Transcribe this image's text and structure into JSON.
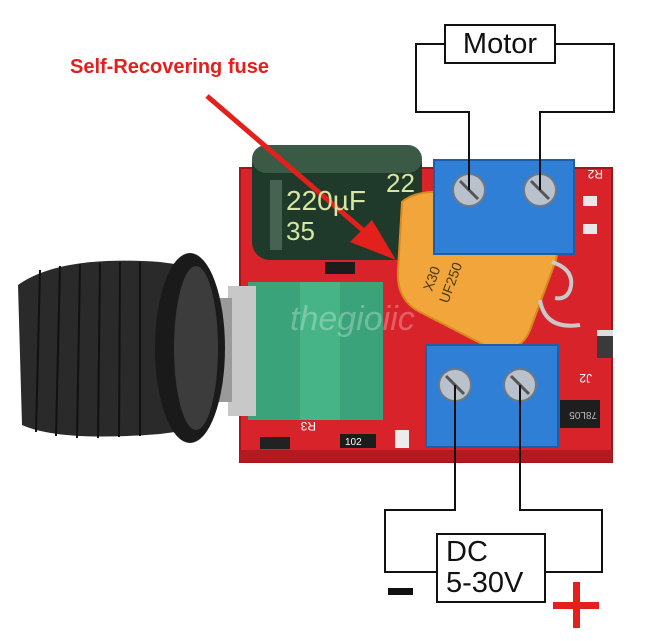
{
  "labels": {
    "fuse_callout": "Self-Recovering fuse",
    "motor": "Motor",
    "dc_line1": "DC",
    "dc_line2": "5-30V",
    "negative": "-",
    "positive": "+"
  },
  "board_markings": {
    "capacitor_value": "220µF",
    "capacitor_voltage": "35",
    "capacitor_partial": "22",
    "fuse_marking_1": "X30",
    "fuse_marking_2": "UF250",
    "resistor_code": "102",
    "r2": "R2",
    "j2": "J2",
    "r3": "R3",
    "regulator": "78L05",
    "watermark": "thegioiic"
  },
  "colors": {
    "pcb": "#d8232a",
    "terminal": "#2f7fd6",
    "fuse": "#f2a53a",
    "potentiometer": "#3aa37a",
    "capacitor": "#1f3a2a",
    "knob": "#2a2a2a",
    "callout": "#e3201b",
    "wire": "#111111"
  }
}
